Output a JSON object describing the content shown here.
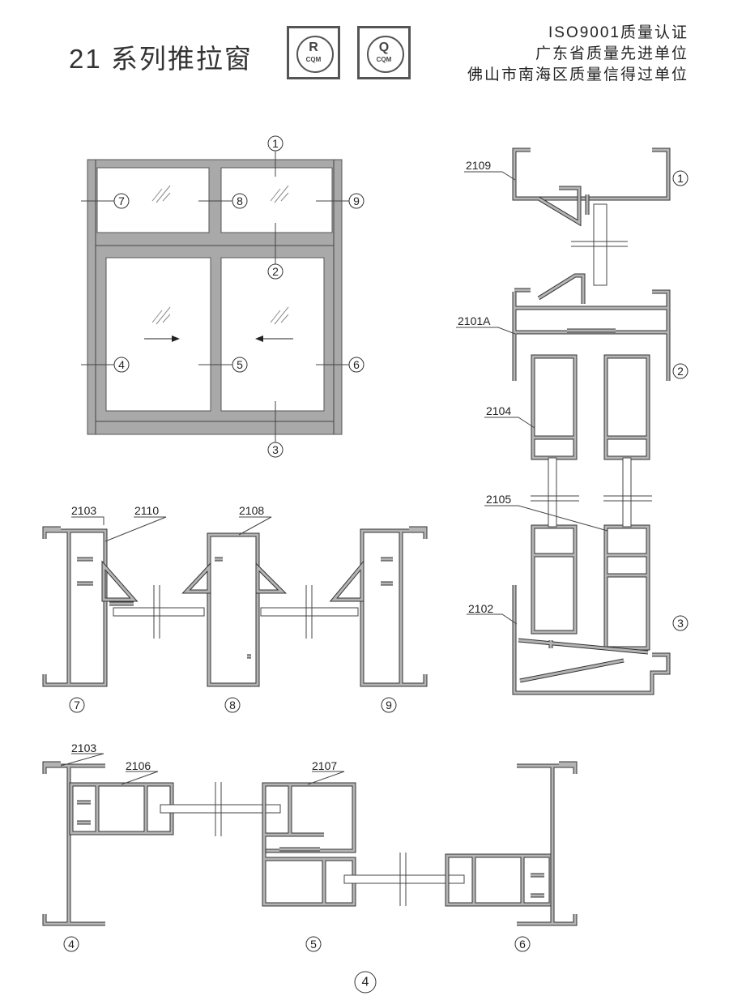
{
  "header": {
    "title": "21 系列推拉窗",
    "cert_badges": [
      {
        "mark": "R",
        "text": "CQM"
      },
      {
        "mark": "Q",
        "text": "CQM"
      }
    ],
    "qualifications": [
      "ISO9001质量认证",
      "广东省质量先进单位",
      "佛山市南海区质量信得过单位"
    ]
  },
  "elevation": {
    "markers": [
      "1",
      "2",
      "3",
      "4",
      "5",
      "6",
      "7",
      "8",
      "9"
    ]
  },
  "section_vertical": {
    "labels": [
      "2109",
      "2101A",
      "2104",
      "2105",
      "2102"
    ],
    "markers": [
      "1",
      "2",
      "3"
    ]
  },
  "section_upper": {
    "labels": [
      "2103",
      "2110",
      "2108"
    ],
    "markers": [
      "7",
      "8",
      "9"
    ]
  },
  "section_lower": {
    "labels": [
      "2103",
      "2106",
      "2107"
    ],
    "markers": [
      "4",
      "5",
      "6"
    ]
  },
  "page_number": "4"
}
